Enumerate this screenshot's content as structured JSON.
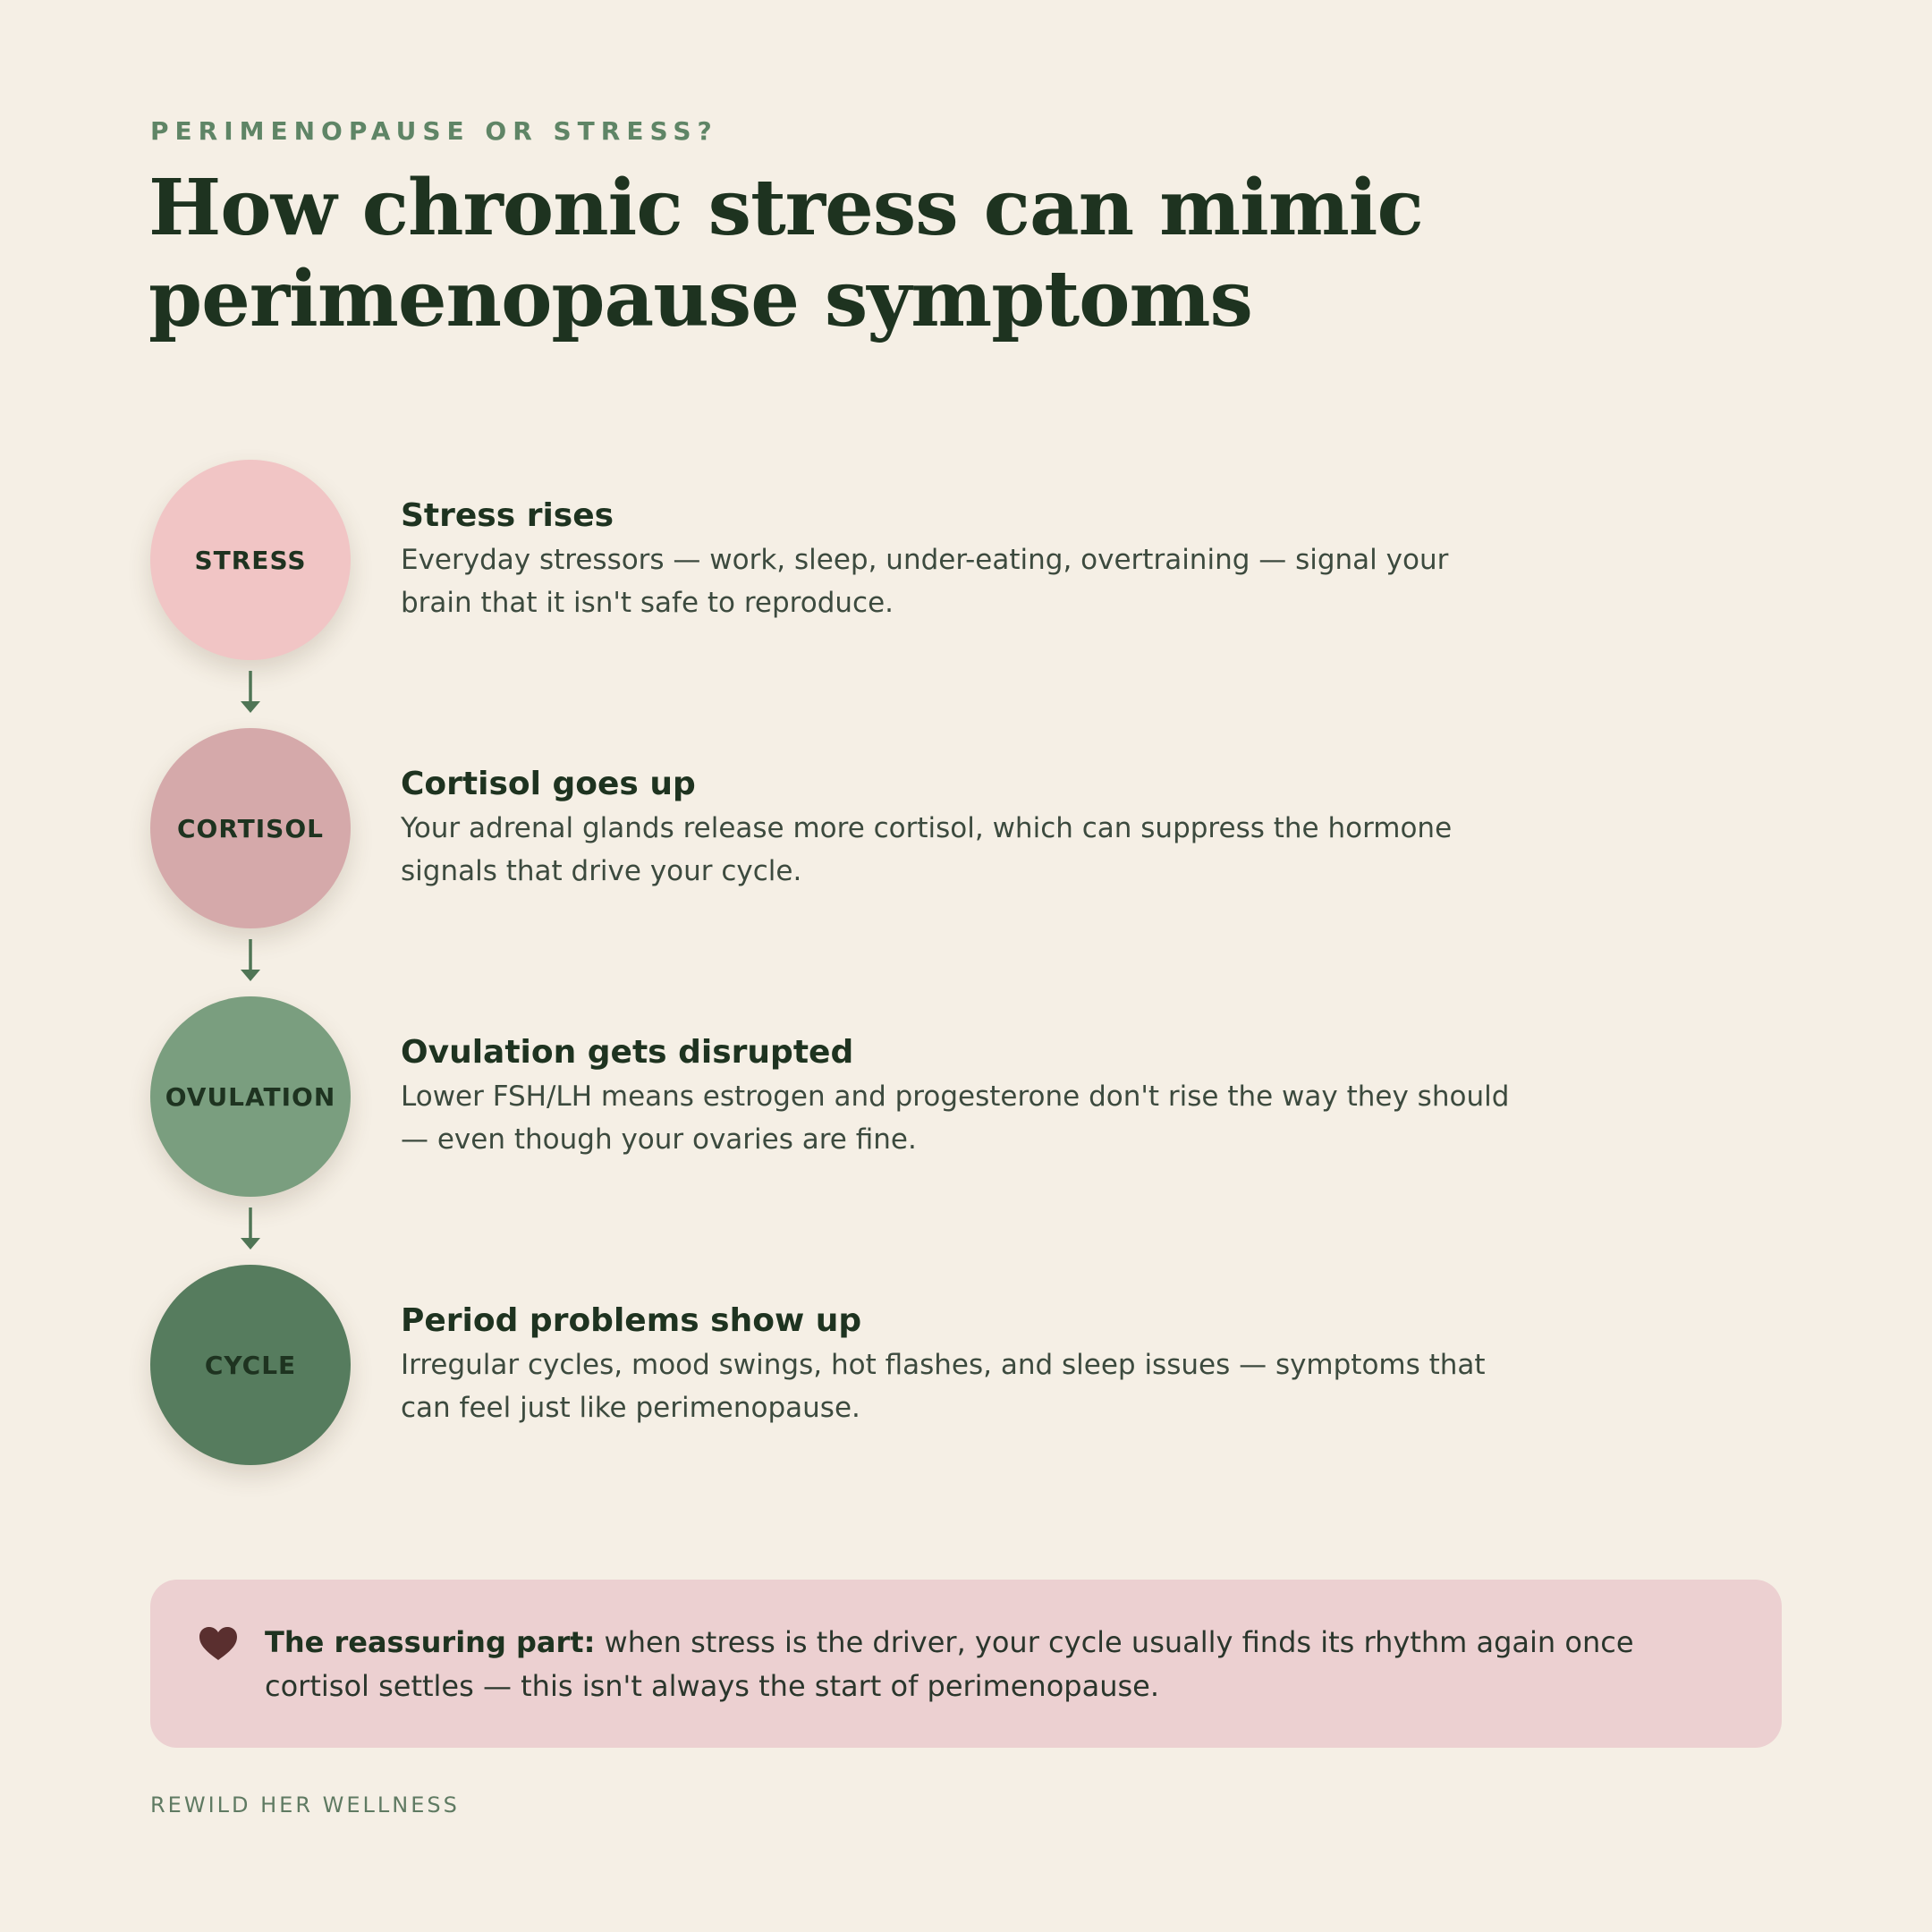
{
  "eyebrow": "PERIMENOPAUSE OR STRESS?",
  "title": {
    "line1": "How chronic stress can mimic",
    "line2": "perimenopause symptoms"
  },
  "steps": [
    {
      "badge": "STRESS",
      "heading": "Stress rises",
      "body": "Everyday stressors — work, sleep, under-eating, overtraining — signal your brain that it isn't safe to reproduce.",
      "color": "#f1c5c5"
    },
    {
      "badge": "CORTISOL",
      "heading": "Cortisol goes up",
      "body": "Your adrenal glands release more cortisol, which can suppress the hormone signals that drive your cycle.",
      "color": "#d5a9aa"
    },
    {
      "badge": "OVULATION",
      "heading": "Ovulation gets disrupted",
      "body": "Lower FSH/LH means estrogen and progesterone don't rise the way they should — even though your ovaries are fine.",
      "color": "#7a9e7f"
    },
    {
      "badge": "CYCLE",
      "heading": "Period problems show up",
      "body": "Irregular cycles, mood swings, hot flashes, and sleep issues — symptoms that can feel just like perimenopause.",
      "color": "#567c5e"
    }
  ],
  "callout": {
    "icon": "heart-icon",
    "lead": "The reassuring part:",
    "text": " when stress is the driver, your cycle usually finds its rhythm again once cortisol settles — this isn't always the start of perimenopause."
  },
  "brand": "REWILD HER WELLNESS",
  "colors": {
    "background": "#f5efe5",
    "accent_green": "#5f8566",
    "title": "#1e3320",
    "callout_bg": "#ecd0d1",
    "heart": "#5a2f2f"
  }
}
